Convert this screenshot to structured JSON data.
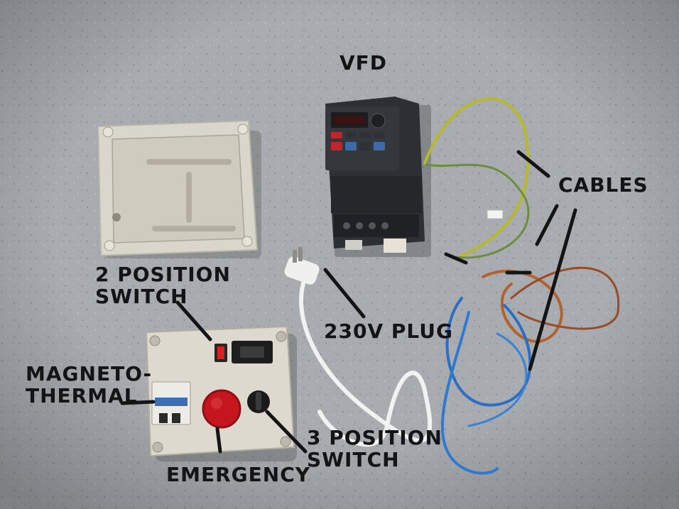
{
  "labels": {
    "vfd": "VFD",
    "cables": "CABLES",
    "two_position_switch": [
      "2 POSITION",
      "SWITCH"
    ],
    "plug": "230V PLUG",
    "magnetothermal": [
      "MAGNETO-",
      "THERMAL"
    ],
    "emergency": "EMERGENCY",
    "three_position_switch": [
      "3 POSITION",
      "SWITCH"
    ]
  }
}
